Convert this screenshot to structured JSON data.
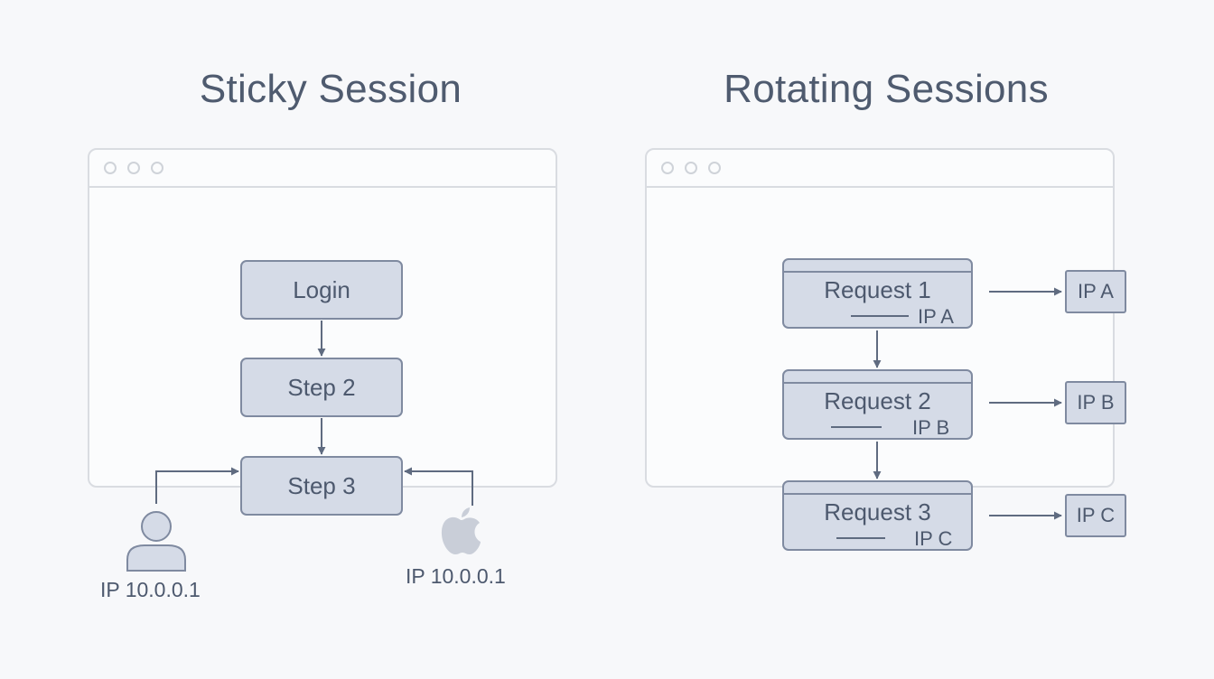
{
  "sticky": {
    "title": "Sticky Session",
    "steps": [
      "Login",
      "Step 2",
      "Step 3"
    ],
    "clients": [
      {
        "icon": "user-icon",
        "ip": "IP 10.0.0.1"
      },
      {
        "icon": "apple-icon",
        "ip": "IP 10.0.0.1"
      }
    ]
  },
  "rotating": {
    "title": "Rotating Sessions",
    "requests": [
      {
        "label": "Request 1",
        "ip": "IP A",
        "target": "IP A"
      },
      {
        "label": "Request 2",
        "ip": "IP B",
        "target": "IP B"
      },
      {
        "label": "Request 3",
        "ip": "IP C",
        "target": "IP C"
      }
    ]
  },
  "colors": {
    "node_fill": "#d5dbe7",
    "node_border": "#7f8aa0",
    "arrow": "#5f6b80",
    "window_border": "#d9dce1"
  }
}
